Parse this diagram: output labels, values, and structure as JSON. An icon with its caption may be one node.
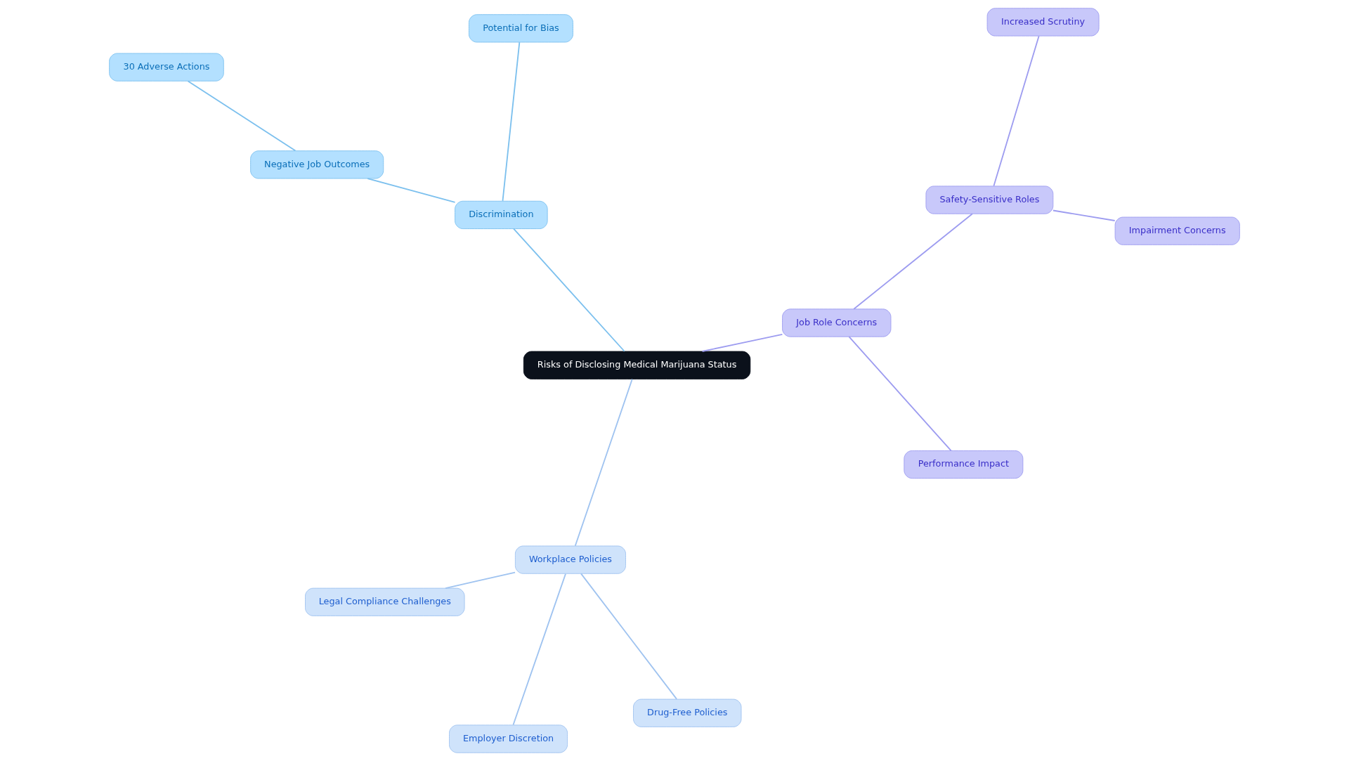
{
  "diagram": {
    "nodes": [
      {
        "text": [
          "Risks of Disclosing Medical Marijuana Status"
        ]
      },
      {
        "text": [
          "Discrimination"
        ]
      },
      {
        "text": [
          "Negative Job Outcomes"
        ]
      },
      {
        "text": [
          "30 Adverse Actions"
        ]
      },
      {
        "text": [
          "Potential for Bias"
        ]
      },
      {
        "text": [
          "Workplace Policies"
        ]
      },
      {
        "text": [
          "Legal Compliance Challenges"
        ]
      },
      {
        "text": [
          "Drug-Free Policies"
        ]
      },
      {
        "text": [
          "Employer Discretion"
        ]
      },
      {
        "text": [
          "Job Role Concerns"
        ]
      },
      {
        "text": [
          "Performance Impact"
        ]
      },
      {
        "text": [
          "Safety-Sensitive Roles"
        ]
      },
      {
        "text": [
          "Impairment Concerns"
        ]
      },
      {
        "text": [
          "Increased Scrutiny"
        ]
      }
    ],
    "edges": [
      {
        "from": 0,
        "to": 1,
        "arrow": "none",
        "color": "#7cc0ee"
      },
      {
        "from": 1,
        "to": 2,
        "arrow": "none",
        "color": "#7cc0ee"
      },
      {
        "from": 2,
        "to": 3,
        "arrow": "none",
        "color": "#7cc0ee"
      },
      {
        "from": 1,
        "to": 4,
        "arrow": "none",
        "color": "#7cc0ee"
      },
      {
        "from": 0,
        "to": 5,
        "arrow": "none",
        "color": "#9fc3f0"
      },
      {
        "from": 5,
        "to": 6,
        "arrow": "none",
        "color": "#9fc3f0"
      },
      {
        "from": 5,
        "to": 7,
        "arrow": "none",
        "color": "#9fc3f0"
      },
      {
        "from": 5,
        "to": 8,
        "arrow": "none",
        "color": "#9fc3f0"
      },
      {
        "from": 0,
        "to": 9,
        "arrow": "none",
        "color": "#9d9cf0"
      },
      {
        "from": 9,
        "to": 10,
        "arrow": "none",
        "color": "#9d9cf0"
      },
      {
        "from": 9,
        "to": 11,
        "arrow": "none",
        "color": "#9d9cf0"
      },
      {
        "from": 11,
        "to": 12,
        "arrow": "none",
        "color": "#9d9cf0"
      },
      {
        "from": 11,
        "to": 13,
        "arrow": "none",
        "color": "#9d9cf0"
      }
    ]
  }
}
